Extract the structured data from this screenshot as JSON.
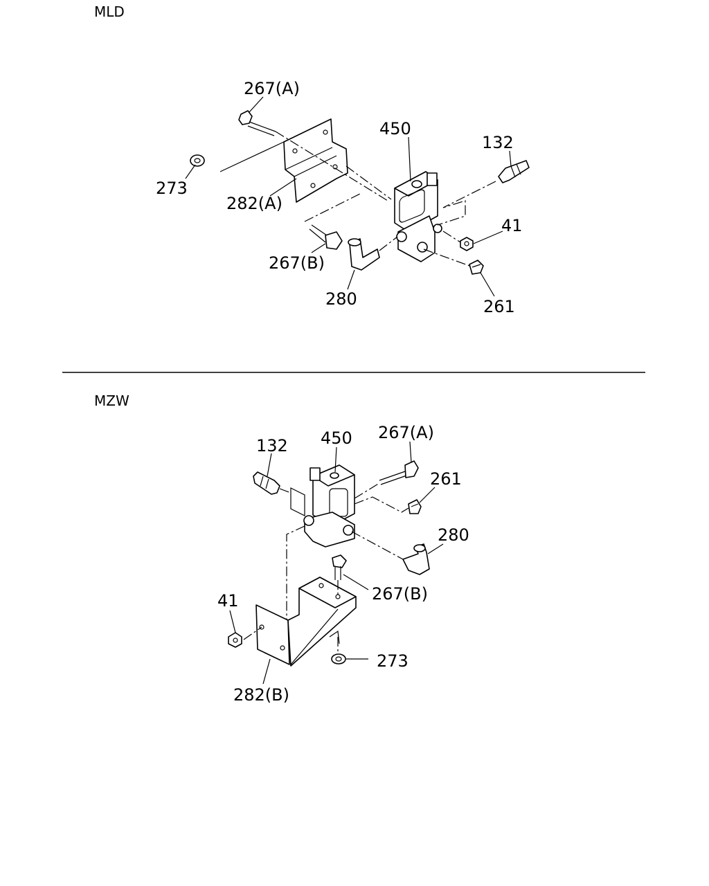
{
  "sections": [
    {
      "code": "MLD",
      "callouts": {
        "bolt_a": "267(A)",
        "solenoid": "450",
        "fitting": "132",
        "washer": "273",
        "bracket": "282(A)",
        "nut": "41",
        "bolt_b": "267(B)",
        "elbow": "280",
        "plug": "261"
      }
    },
    {
      "code": "MZW",
      "callouts": {
        "fitting": "132",
        "solenoid": "450",
        "bolt_a": "267(A)",
        "plug": "261",
        "elbow": "280",
        "bolt_b": "267(B)",
        "nut": "41",
        "washer": "273",
        "bracket": "282(B)"
      }
    }
  ]
}
